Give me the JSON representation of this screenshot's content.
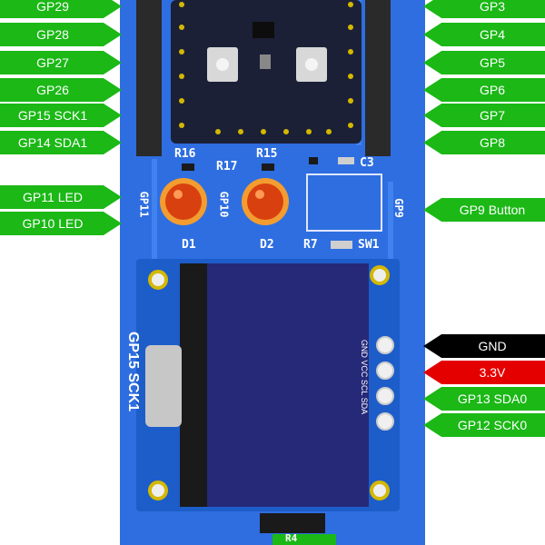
{
  "left_pins": [
    {
      "label": "GP29",
      "top": 0
    },
    {
      "label": "GP28",
      "top": 0
    },
    {
      "label": "GP27",
      "top": 0
    },
    {
      "label": "GP26",
      "top": 0
    },
    {
      "label": "GP15 SCK1",
      "top": 0
    },
    {
      "label": "GP14 SDA1",
      "top": 0
    },
    {
      "label": "GP11 LED",
      "top": 0
    },
    {
      "label": "GP10 LED",
      "top": 0
    }
  ],
  "right_pins": [
    {
      "label": "GP3"
    },
    {
      "label": "GP4"
    },
    {
      "label": "GP5"
    },
    {
      "label": "GP6"
    },
    {
      "label": "GP7"
    },
    {
      "label": "GP8"
    },
    {
      "label": "GP9 Button"
    }
  ],
  "display_pins": [
    {
      "label": "GND",
      "color": "#000000"
    },
    {
      "label": "3.3V",
      "color": "#e50000"
    },
    {
      "label": "GP13 SDA0",
      "color": "#1bb816"
    },
    {
      "label": "GP12 SCK0",
      "color": "#1bb816"
    }
  ],
  "board": {
    "r16": "R16",
    "r17": "R17",
    "r15": "R15",
    "c3": "C3",
    "gp11": "GP11",
    "gp10": "GP10",
    "gp9": "GP9",
    "d1": "D1",
    "d2": "D2",
    "r7": "R7",
    "sw1": "SW1",
    "oled_pins": "GND VCC SCL SDA",
    "gp15_sck1": "GP15 SCK1",
    "r4": "R4"
  },
  "colors": {
    "pcb": "#2e6ee0",
    "label_green": "#1bb816"
  }
}
